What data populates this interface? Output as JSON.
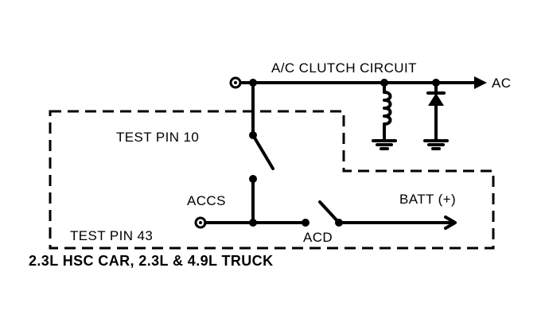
{
  "labels": {
    "circuit_title": "A/C CLUTCH CIRCUIT",
    "ac_output": "AC",
    "test_pin_10": "TEST PIN 10",
    "accs": "ACCS",
    "batt": "BATT (+)",
    "test_pin_43": "TEST PIN 43",
    "acd": "ACD",
    "caption": "2.3L HSC CAR, 2.3L & 4.9L TRUCK"
  }
}
